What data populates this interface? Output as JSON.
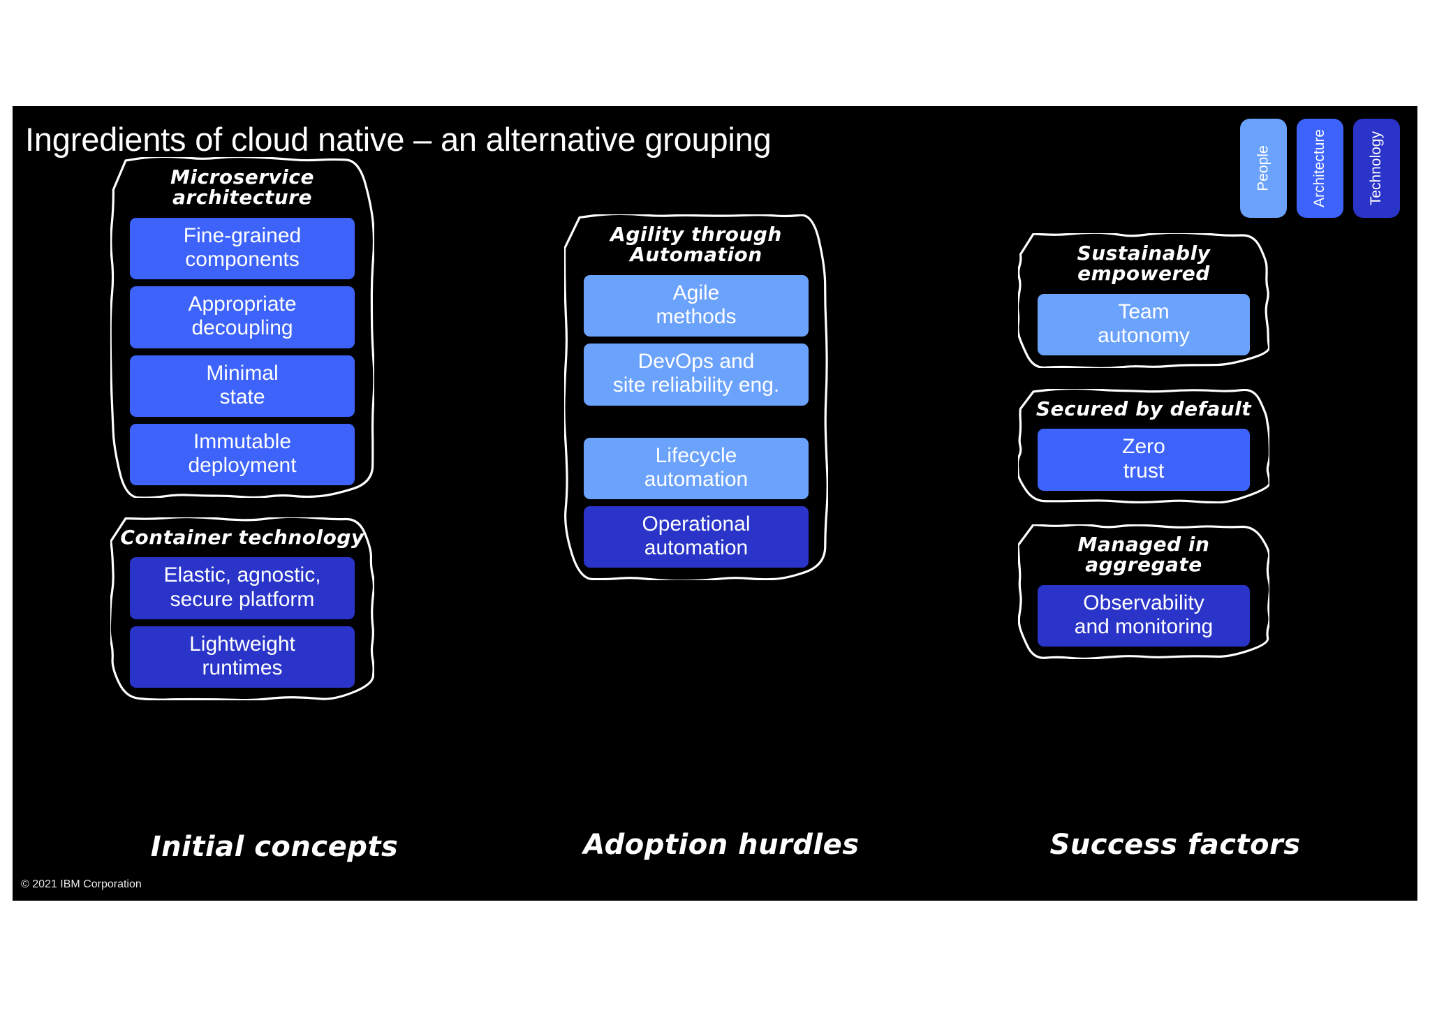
{
  "slide": {
    "title": "Ingredients of cloud native – an alternative grouping",
    "background_color": "#000000",
    "copyright": "© 2021 IBM Corporation"
  },
  "colors": {
    "people": "#6ba2fb",
    "architecture": "#3d63fb",
    "technology": "#2a34c8",
    "border": "#ffffff",
    "text": "#ffffff"
  },
  "legend": {
    "chips": [
      {
        "label": "People",
        "color_key": "people",
        "color": "#6ba2fb"
      },
      {
        "label": "Architecture",
        "color_key": "architecture",
        "color": "#3d63fb"
      },
      {
        "label": "Technology",
        "color_key": "technology",
        "color": "#2a34c8"
      }
    ]
  },
  "columns": [
    {
      "footer_label": "Initial concepts",
      "groups": [
        {
          "title": "Microservice architecture",
          "items": [
            {
              "line1": "Fine-grained",
              "line2": "components",
              "color_key": "architecture",
              "color": "#3d63fb"
            },
            {
              "line1": "Appropriate",
              "line2": "decoupling",
              "color_key": "architecture",
              "color": "#3d63fb"
            },
            {
              "line1": "Minimal",
              "line2": "state",
              "color_key": "architecture",
              "color": "#3d63fb"
            },
            {
              "line1": "Immutable",
              "line2": "deployment",
              "color_key": "architecture",
              "color": "#3d63fb"
            }
          ]
        },
        {
          "title": "Container technology",
          "items": [
            {
              "line1": "Elastic, agnostic,",
              "line2": "secure platform",
              "color_key": "technology",
              "color": "#2a34c8"
            },
            {
              "line1": "Lightweight",
              "line2": "runtimes",
              "color_key": "technology",
              "color": "#2a34c8"
            }
          ]
        }
      ]
    },
    {
      "footer_label": "Adoption hurdles",
      "groups": [
        {
          "title": "Agility through\nAutomation",
          "title_line1": "Agility through",
          "title_line2": "Automation",
          "items": [
            {
              "line1": "Agile",
              "line2": "methods",
              "color_key": "people",
              "color": "#6ba2fb"
            },
            {
              "line1": "DevOps and",
              "line2": "site reliability eng.",
              "color_key": "people",
              "color": "#6ba2fb"
            },
            {
              "line1": "Lifecycle",
              "line2": "automation",
              "color_key": "people",
              "color": "#6ba2fb",
              "gap_before": true
            },
            {
              "line1": "Operational",
              "line2": "automation",
              "color_key": "technology",
              "color": "#2a34c8"
            }
          ]
        }
      ]
    },
    {
      "footer_label": "Success factors",
      "groups": [
        {
          "title": "Sustainably empowered",
          "items": [
            {
              "line1": "Team",
              "line2": "autonomy",
              "color_key": "people",
              "color": "#6ba2fb"
            }
          ]
        },
        {
          "title": "Secured by default",
          "items": [
            {
              "line1": "Zero",
              "line2": "trust",
              "color_key": "architecture",
              "color": "#3d63fb"
            }
          ]
        },
        {
          "title": "Managed in aggregate",
          "items": [
            {
              "line1": "Observability",
              "line2": "and monitoring",
              "color_key": "technology",
              "color": "#2a34c8"
            }
          ]
        }
      ]
    }
  ]
}
